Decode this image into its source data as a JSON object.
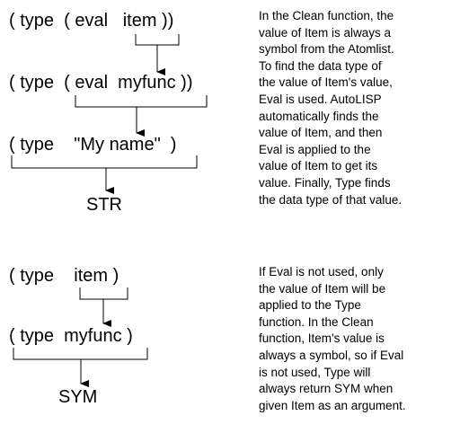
{
  "diagram_one": {
    "expressions": [
      "( type  ( eval   item ))",
      "( type  ( eval  myfunc ))",
      "( type    \"My name\"  )"
    ],
    "result": "STR",
    "note_lines": [
      "In the Clean function, the",
      "value of Item is always a",
      "symbol from the Atomlist.",
      "To find the data type of",
      "the value of Item's value,",
      "Eval is used. AutoLISP",
      "automatically finds the",
      "value of Item, and then",
      "Eval is applied to the",
      "value of Item to get its",
      "value. Finally, Type finds",
      "the data type of that value."
    ]
  },
  "diagram_two": {
    "expressions": [
      "( type    item )",
      "( type  myfunc )"
    ],
    "result": "SYM",
    "note_lines": [
      "If Eval is not used, only",
      "the value of Item will be",
      "applied to the Type",
      "function. In the Clean",
      "function, Item's value is",
      "always a symbol, so if Eval",
      "is not used, Type will",
      "always return SYM when",
      "given Item as an argument."
    ]
  },
  "colors": {
    "ink": "#000000",
    "background": "#ffffff"
  }
}
